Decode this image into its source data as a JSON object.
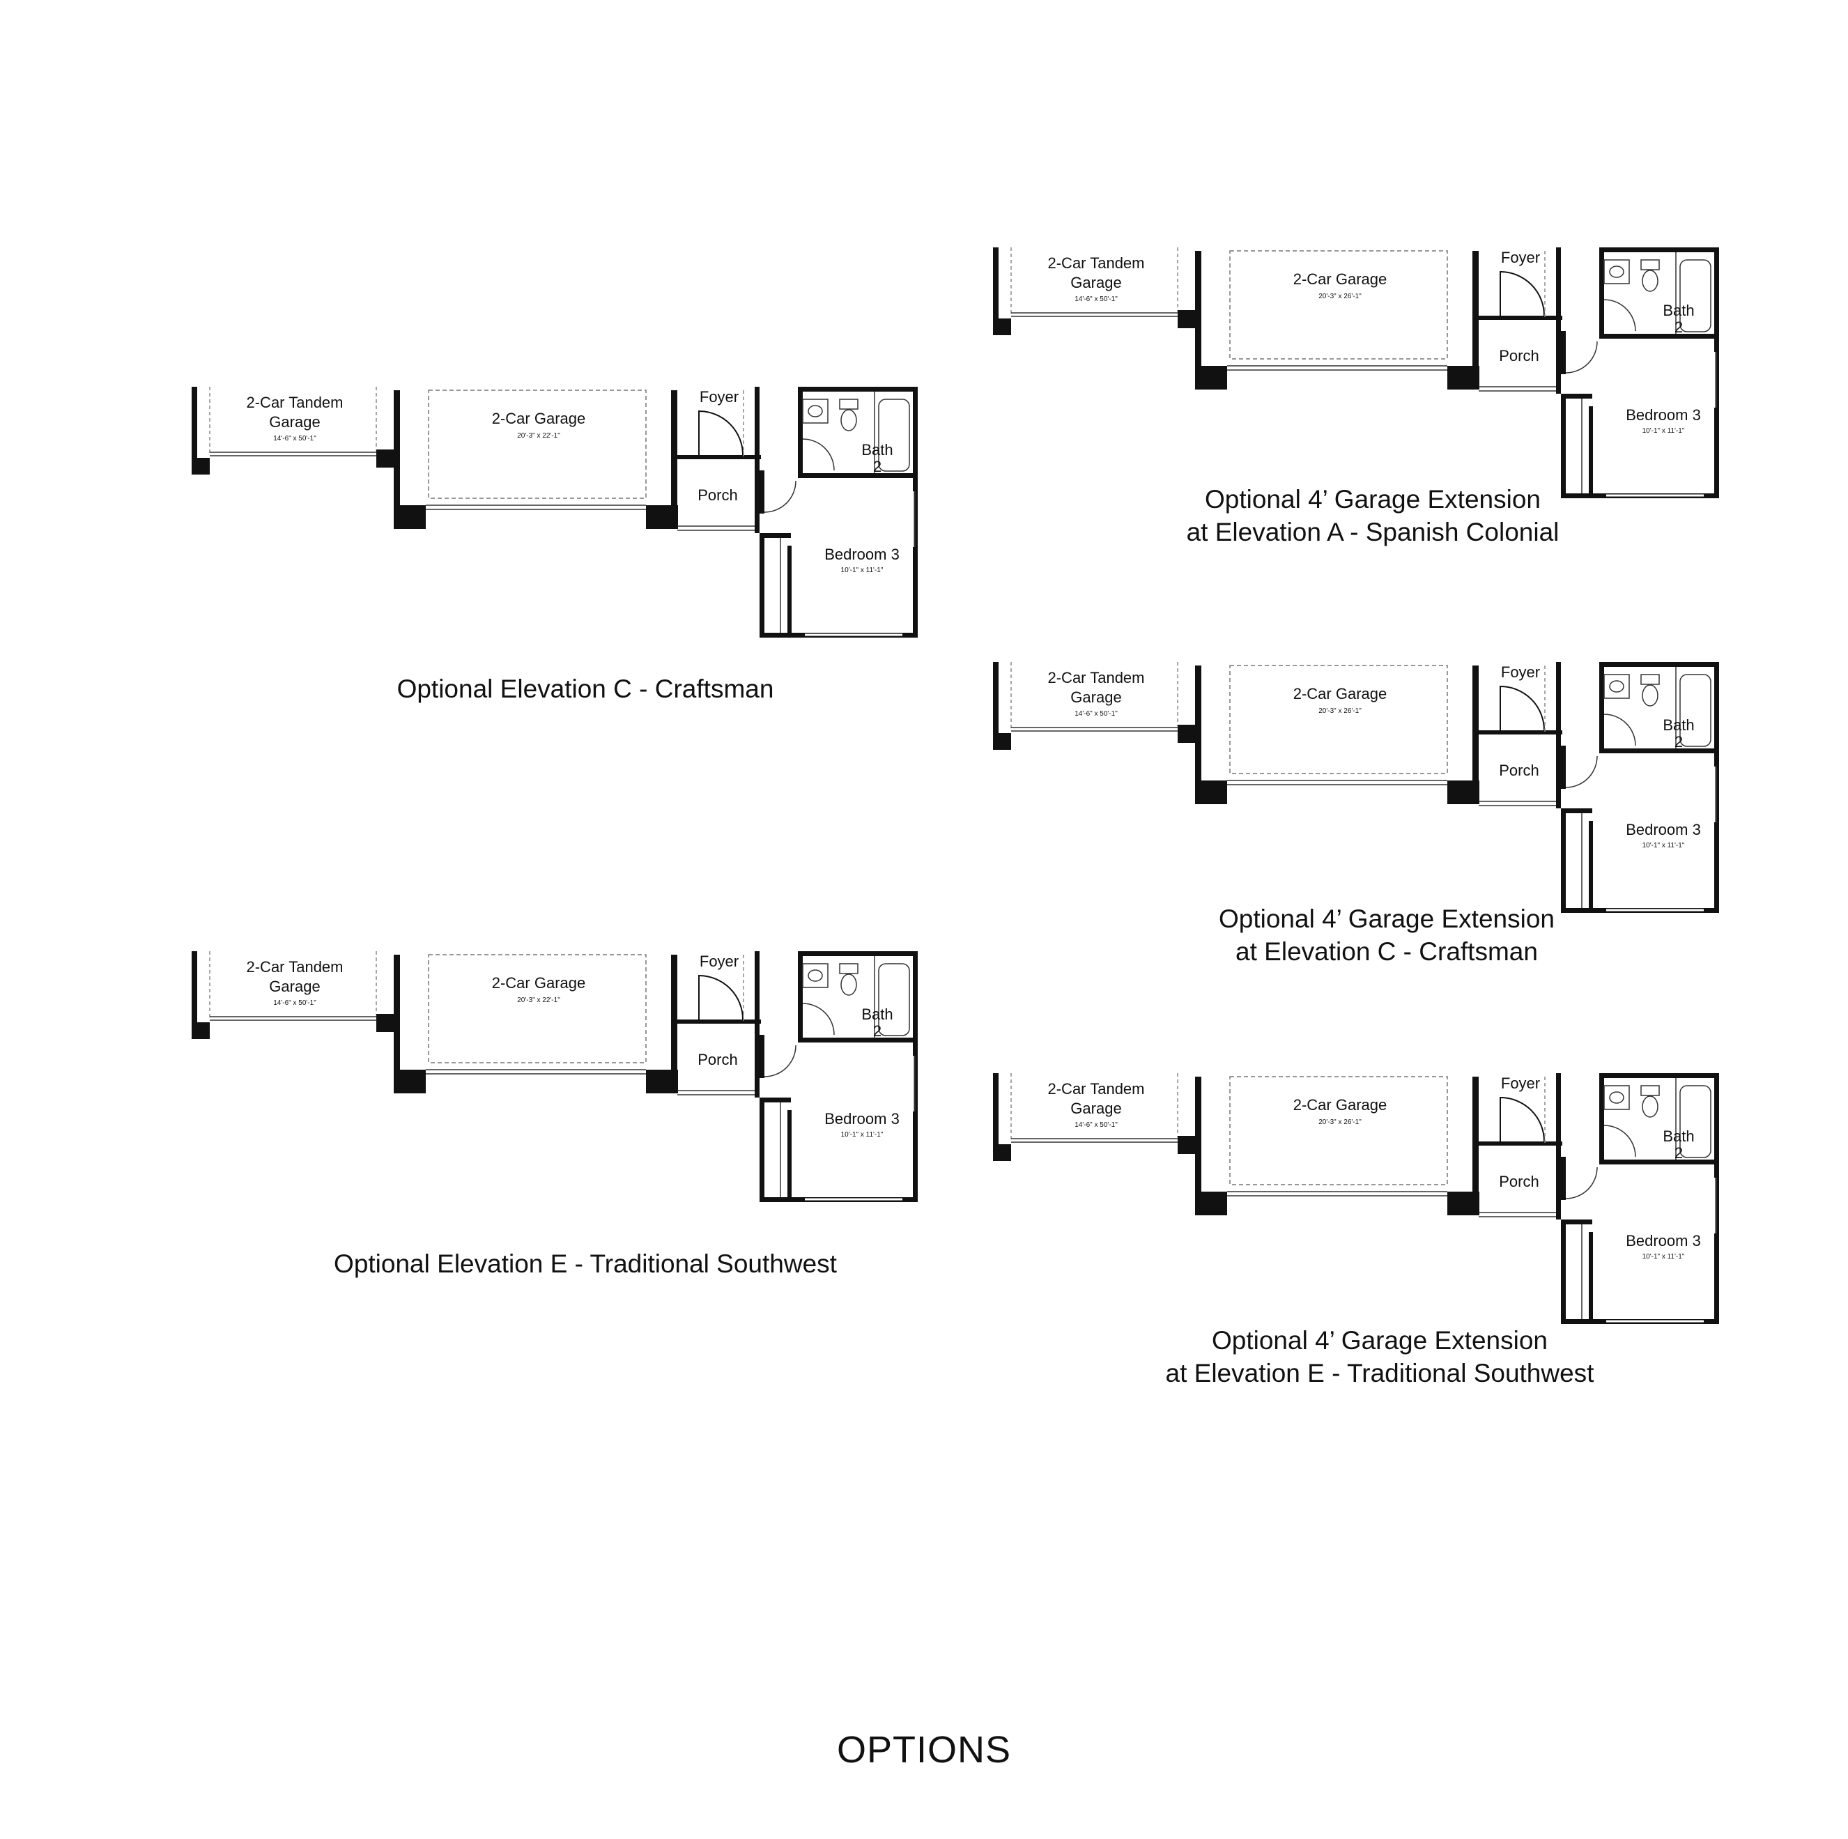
{
  "page": {
    "footer": "OPTIONS"
  },
  "rooms": {
    "tandem_garage": {
      "line1": "2-Car Tandem",
      "line2": "Garage",
      "dims": "14'-6\" x 50'-1\""
    },
    "garage": {
      "name": "2-Car Garage"
    },
    "foyer": {
      "name": "Foyer"
    },
    "porch": {
      "name": "Porch"
    },
    "bath": {
      "line1": "Bath",
      "line2": "2"
    },
    "bedroom": {
      "name": "Bedroom 3",
      "dims": "10'-1\" x 11'-1\""
    }
  },
  "plans": [
    {
      "id": "elev-c",
      "garage_dims": "20'-3\" x 22'-1\"",
      "caption": [
        "Optional Elevation C - Craftsman"
      ]
    },
    {
      "id": "elev-e",
      "garage_dims": "20'-3\" x 22'-1\"",
      "caption": [
        "Optional Elevation E - Traditional Southwest"
      ]
    },
    {
      "id": "ext-a",
      "garage_dims": "20'-3\" x 26'-1\"",
      "caption": [
        "Optional 4’ Garage Extension",
        "at Elevation A - Spanish Colonial"
      ]
    },
    {
      "id": "ext-c",
      "garage_dims": "20'-3\" x 26'-1\"",
      "caption": [
        "Optional 4’ Garage Extension",
        "at Elevation C - Craftsman"
      ]
    },
    {
      "id": "ext-e",
      "garage_dims": "20'-3\" x 26'-1\"",
      "caption": [
        "Optional 4’ Garage Extension",
        "at Elevation E - Traditional Southwest"
      ]
    }
  ]
}
